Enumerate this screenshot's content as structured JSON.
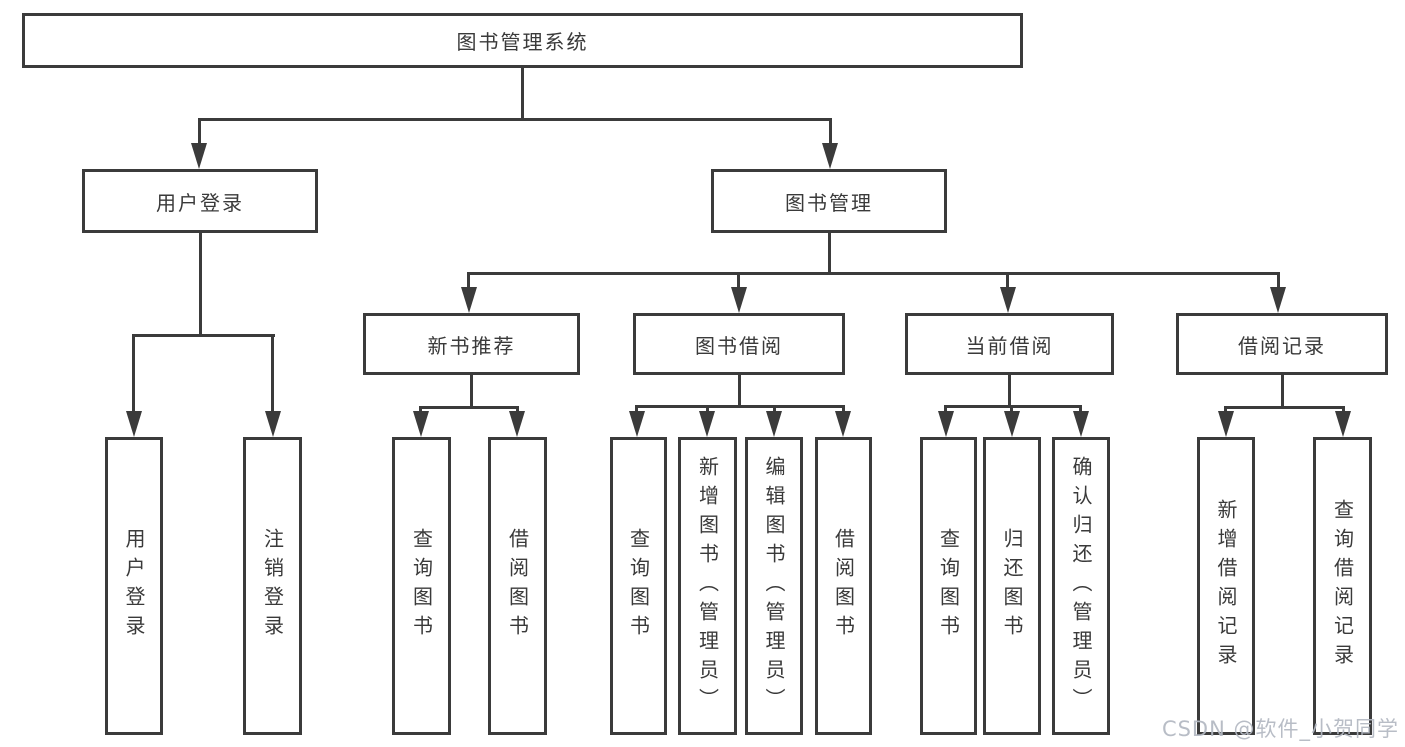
{
  "diagram": {
    "root": {
      "label": "图书管理系统"
    },
    "level2": [
      {
        "id": "user-login",
        "label": "用户登录"
      },
      {
        "id": "book-mgmt",
        "label": "图书管理"
      }
    ],
    "level3": [
      {
        "id": "new-book-rec",
        "label": "新书推荐"
      },
      {
        "id": "book-borrow",
        "label": "图书借阅"
      },
      {
        "id": "current-borrow",
        "label": "当前借阅"
      },
      {
        "id": "borrow-record",
        "label": "借阅记录"
      }
    ],
    "leaves": [
      {
        "id": "login",
        "parent": "user-login",
        "label": "用户登录"
      },
      {
        "id": "logout",
        "parent": "user-login",
        "label": "注销登录"
      },
      {
        "id": "nbr-query-book",
        "parent": "new-book-rec",
        "label": "查询图书"
      },
      {
        "id": "nbr-borrow-book",
        "parent": "new-book-rec",
        "label": "借阅图书"
      },
      {
        "id": "bb-query-book",
        "parent": "book-borrow",
        "label": "查询图书"
      },
      {
        "id": "bb-add-book",
        "parent": "book-borrow",
        "label": "新增图书（管理员）"
      },
      {
        "id": "bb-edit-book",
        "parent": "book-borrow",
        "label": "编辑图书（管理员）"
      },
      {
        "id": "bb-borrow-book",
        "parent": "book-borrow",
        "label": "借阅图书"
      },
      {
        "id": "cb-query-book",
        "parent": "current-borrow",
        "label": "查询图书"
      },
      {
        "id": "cb-return-book",
        "parent": "current-borrow",
        "label": "归还图书"
      },
      {
        "id": "cb-confirm-return",
        "parent": "current-borrow",
        "label": "确认归还（管理员）"
      },
      {
        "id": "br-add-record",
        "parent": "borrow-record",
        "label": "新增借阅记录"
      },
      {
        "id": "br-query-record",
        "parent": "borrow-record",
        "label": "查询借阅记录"
      }
    ]
  },
  "watermark": {
    "text": "CSDN @软件_小贺同学"
  },
  "colors": {
    "line": "#3b3b3b",
    "text": "#3a3a3a",
    "background": "#ffffff",
    "watermark": "#b3b8c2"
  }
}
